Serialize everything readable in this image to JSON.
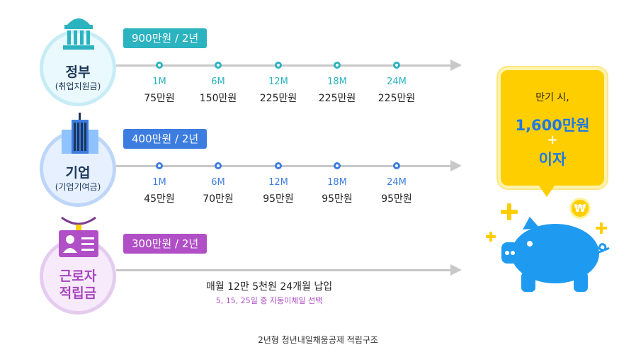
{
  "rows": [
    {
      "name": "정부",
      "sub": "(취업지원금)",
      "pill": "900만원 / 2년",
      "color": "#2bb3c0",
      "milestones": [
        "1M",
        "6M",
        "12M",
        "18M",
        "24M"
      ],
      "amounts": [
        "75만원",
        "150만원",
        "225만원",
        "225만원",
        "225만원"
      ]
    },
    {
      "name": "기업",
      "sub": "(기업기여금)",
      "pill": "400만원 / 2년",
      "color": "#3d7de0",
      "milestones": [
        "1M",
        "6M",
        "12M",
        "18M",
        "24M"
      ],
      "amounts": [
        "45만원",
        "70만원",
        "95만원",
        "95만원",
        "95만원"
      ]
    },
    {
      "name_line1": "근로자",
      "name_line2": "적립금",
      "pill": "300만원 / 2년",
      "color": "#b04fc6",
      "note": "매월 12만 5천원 24개월 납입",
      "note_sub": "5, 15, 25일 중 자동이체일 선택"
    }
  ],
  "result": {
    "line1": "만기 시,",
    "line2": "1,600만원",
    "plus": "+",
    "line3": "이자",
    "coin_symbol": "₩"
  },
  "caption": "2년형 청년내일채움공제 적립구조",
  "colors": {
    "gov": "#2bb3c0",
    "corp": "#3d7de0",
    "worker": "#b04fc6",
    "piggy": "#1e9bf0",
    "gold": "#ffce00"
  }
}
